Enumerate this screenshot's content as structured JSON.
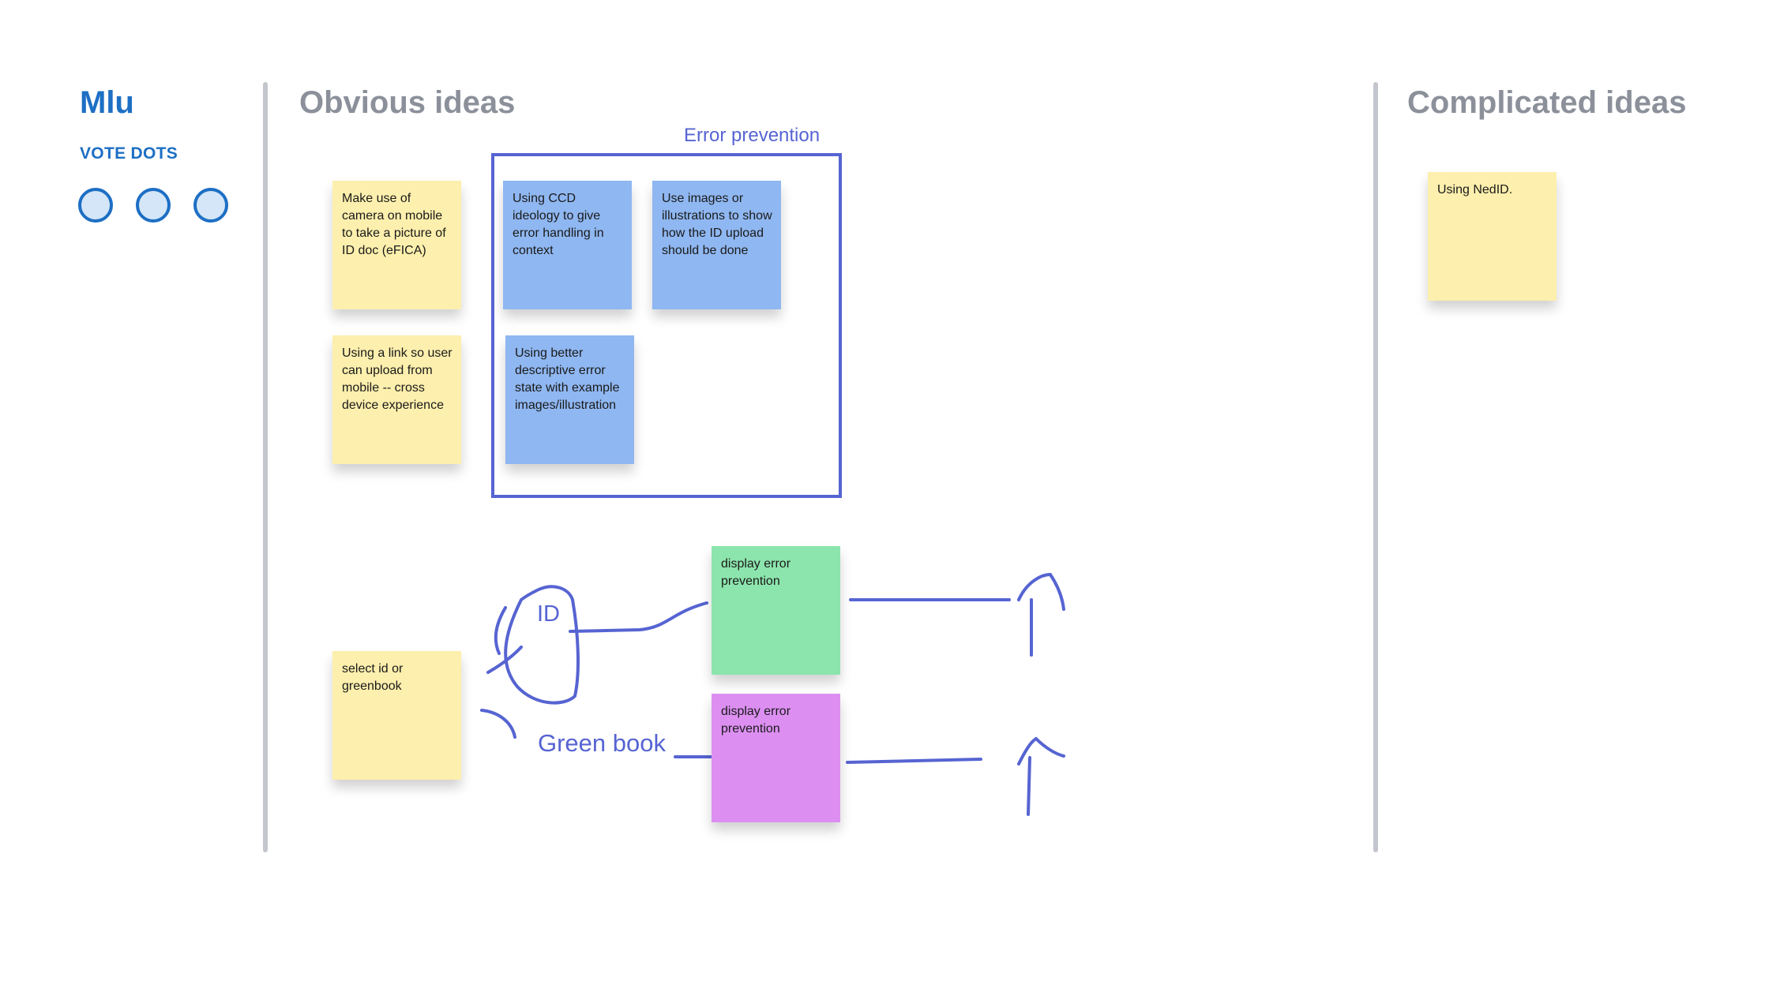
{
  "participant": {
    "name": "Mlu",
    "vote_label": "VOTE DOTS"
  },
  "sections": {
    "obvious": {
      "title": "Obvious ideas"
    },
    "complicated": {
      "title": "Complicated ideas"
    }
  },
  "group": {
    "label": "Error prevention"
  },
  "stickies": {
    "camera": "Make use of camera on mobile to take a picture of ID doc (eFICA)",
    "link": "Using a link so user can upload from mobile -- cross device experience",
    "ccd": "Using CCD ideology to give error handling in context",
    "images": "Use images or illustrations to show how the ID upload should be done",
    "descriptive": "Using better descriptive error state with example images/illustration",
    "select": "select id or greenbook",
    "display_green": "display error prevention",
    "display_pink": "display error prevention",
    "nedid": "Using NedID."
  },
  "annotations": {
    "id": "ID",
    "green_book": "Green book"
  },
  "colors": {
    "accent_blue": "#1d6fc4",
    "ink": "#5664d2",
    "sticky_yellow": "#fdefad",
    "sticky_blue": "#8fb7f1",
    "sticky_green": "#8ce5ac",
    "sticky_pink": "#dc8ff1"
  }
}
